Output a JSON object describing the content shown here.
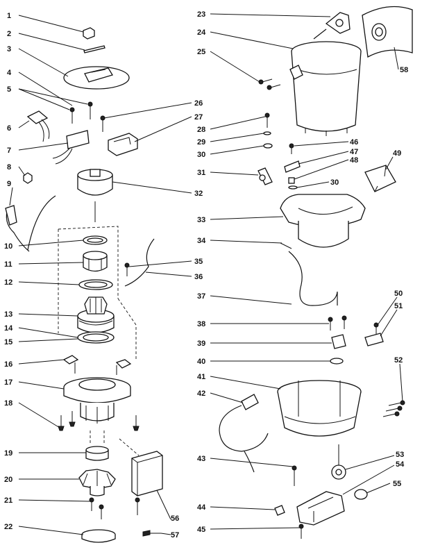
{
  "callouts": [
    {
      "id": "c1",
      "label": "1"
    },
    {
      "id": "c2",
      "label": "2"
    },
    {
      "id": "c3",
      "label": "3"
    },
    {
      "id": "c4",
      "label": "4"
    },
    {
      "id": "c5",
      "label": "5"
    },
    {
      "id": "c6",
      "label": "6"
    },
    {
      "id": "c7",
      "label": "7"
    },
    {
      "id": "c8",
      "label": "8"
    },
    {
      "id": "c9",
      "label": "9"
    },
    {
      "id": "c10",
      "label": "10"
    },
    {
      "id": "c11",
      "label": "11"
    },
    {
      "id": "c12",
      "label": "12"
    },
    {
      "id": "c13",
      "label": "13"
    },
    {
      "id": "c14",
      "label": "14"
    },
    {
      "id": "c15",
      "label": "15"
    },
    {
      "id": "c16",
      "label": "16"
    },
    {
      "id": "c17",
      "label": "17"
    },
    {
      "id": "c18",
      "label": "18"
    },
    {
      "id": "c19",
      "label": "19"
    },
    {
      "id": "c20",
      "label": "20"
    },
    {
      "id": "c21",
      "label": "21"
    },
    {
      "id": "c22",
      "label": "22"
    },
    {
      "id": "c23",
      "label": "23"
    },
    {
      "id": "c24",
      "label": "24"
    },
    {
      "id": "c25",
      "label": "25"
    },
    {
      "id": "c26",
      "label": "26"
    },
    {
      "id": "c27",
      "label": "27"
    },
    {
      "id": "c28",
      "label": "28"
    },
    {
      "id": "c29",
      "label": "29"
    },
    {
      "id": "c30",
      "label": "30"
    },
    {
      "id": "c30b",
      "label": "30"
    },
    {
      "id": "c31",
      "label": "31"
    },
    {
      "id": "c32",
      "label": "32"
    },
    {
      "id": "c33",
      "label": "33"
    },
    {
      "id": "c34",
      "label": "34"
    },
    {
      "id": "c35",
      "label": "35"
    },
    {
      "id": "c36",
      "label": "36"
    },
    {
      "id": "c37",
      "label": "37"
    },
    {
      "id": "c38",
      "label": "38"
    },
    {
      "id": "c39",
      "label": "39"
    },
    {
      "id": "c40",
      "label": "40"
    },
    {
      "id": "c41",
      "label": "41"
    },
    {
      "id": "c42",
      "label": "42"
    },
    {
      "id": "c43",
      "label": "43"
    },
    {
      "id": "c44",
      "label": "44"
    },
    {
      "id": "c45",
      "label": "45"
    },
    {
      "id": "c46",
      "label": "46"
    },
    {
      "id": "c47",
      "label": "47"
    },
    {
      "id": "c48",
      "label": "48"
    },
    {
      "id": "c49",
      "label": "49"
    },
    {
      "id": "c50",
      "label": "50"
    },
    {
      "id": "c51",
      "label": "51"
    },
    {
      "id": "c52",
      "label": "52"
    },
    {
      "id": "c53",
      "label": "53"
    },
    {
      "id": "c54",
      "label": "54"
    },
    {
      "id": "c55",
      "label": "55"
    },
    {
      "id": "c56",
      "label": "56"
    },
    {
      "id": "c57",
      "label": "57"
    },
    {
      "id": "c58",
      "label": "58"
    }
  ],
  "colors": {
    "ink": "#111111",
    "paper": "#ffffff"
  }
}
